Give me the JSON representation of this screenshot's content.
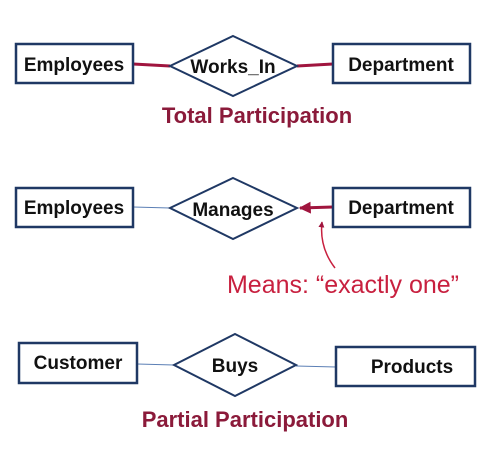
{
  "diagrams": [
    {
      "left_entity": "Employees",
      "relationship": "Works_In",
      "right_entity": "Department",
      "caption": "Total Participation"
    },
    {
      "left_entity": "Employees",
      "relationship": "Manages",
      "right_entity": "Department",
      "note": "Means: “exactly one”"
    },
    {
      "left_entity": "Customer",
      "relationship": "Buys",
      "right_entity": "Products",
      "caption": "Partial Participation"
    }
  ],
  "colors": {
    "entity_border": "#1f3864",
    "thick_line": "#a0153e",
    "caption": "#8b1a3a",
    "note": "#c8203f"
  }
}
